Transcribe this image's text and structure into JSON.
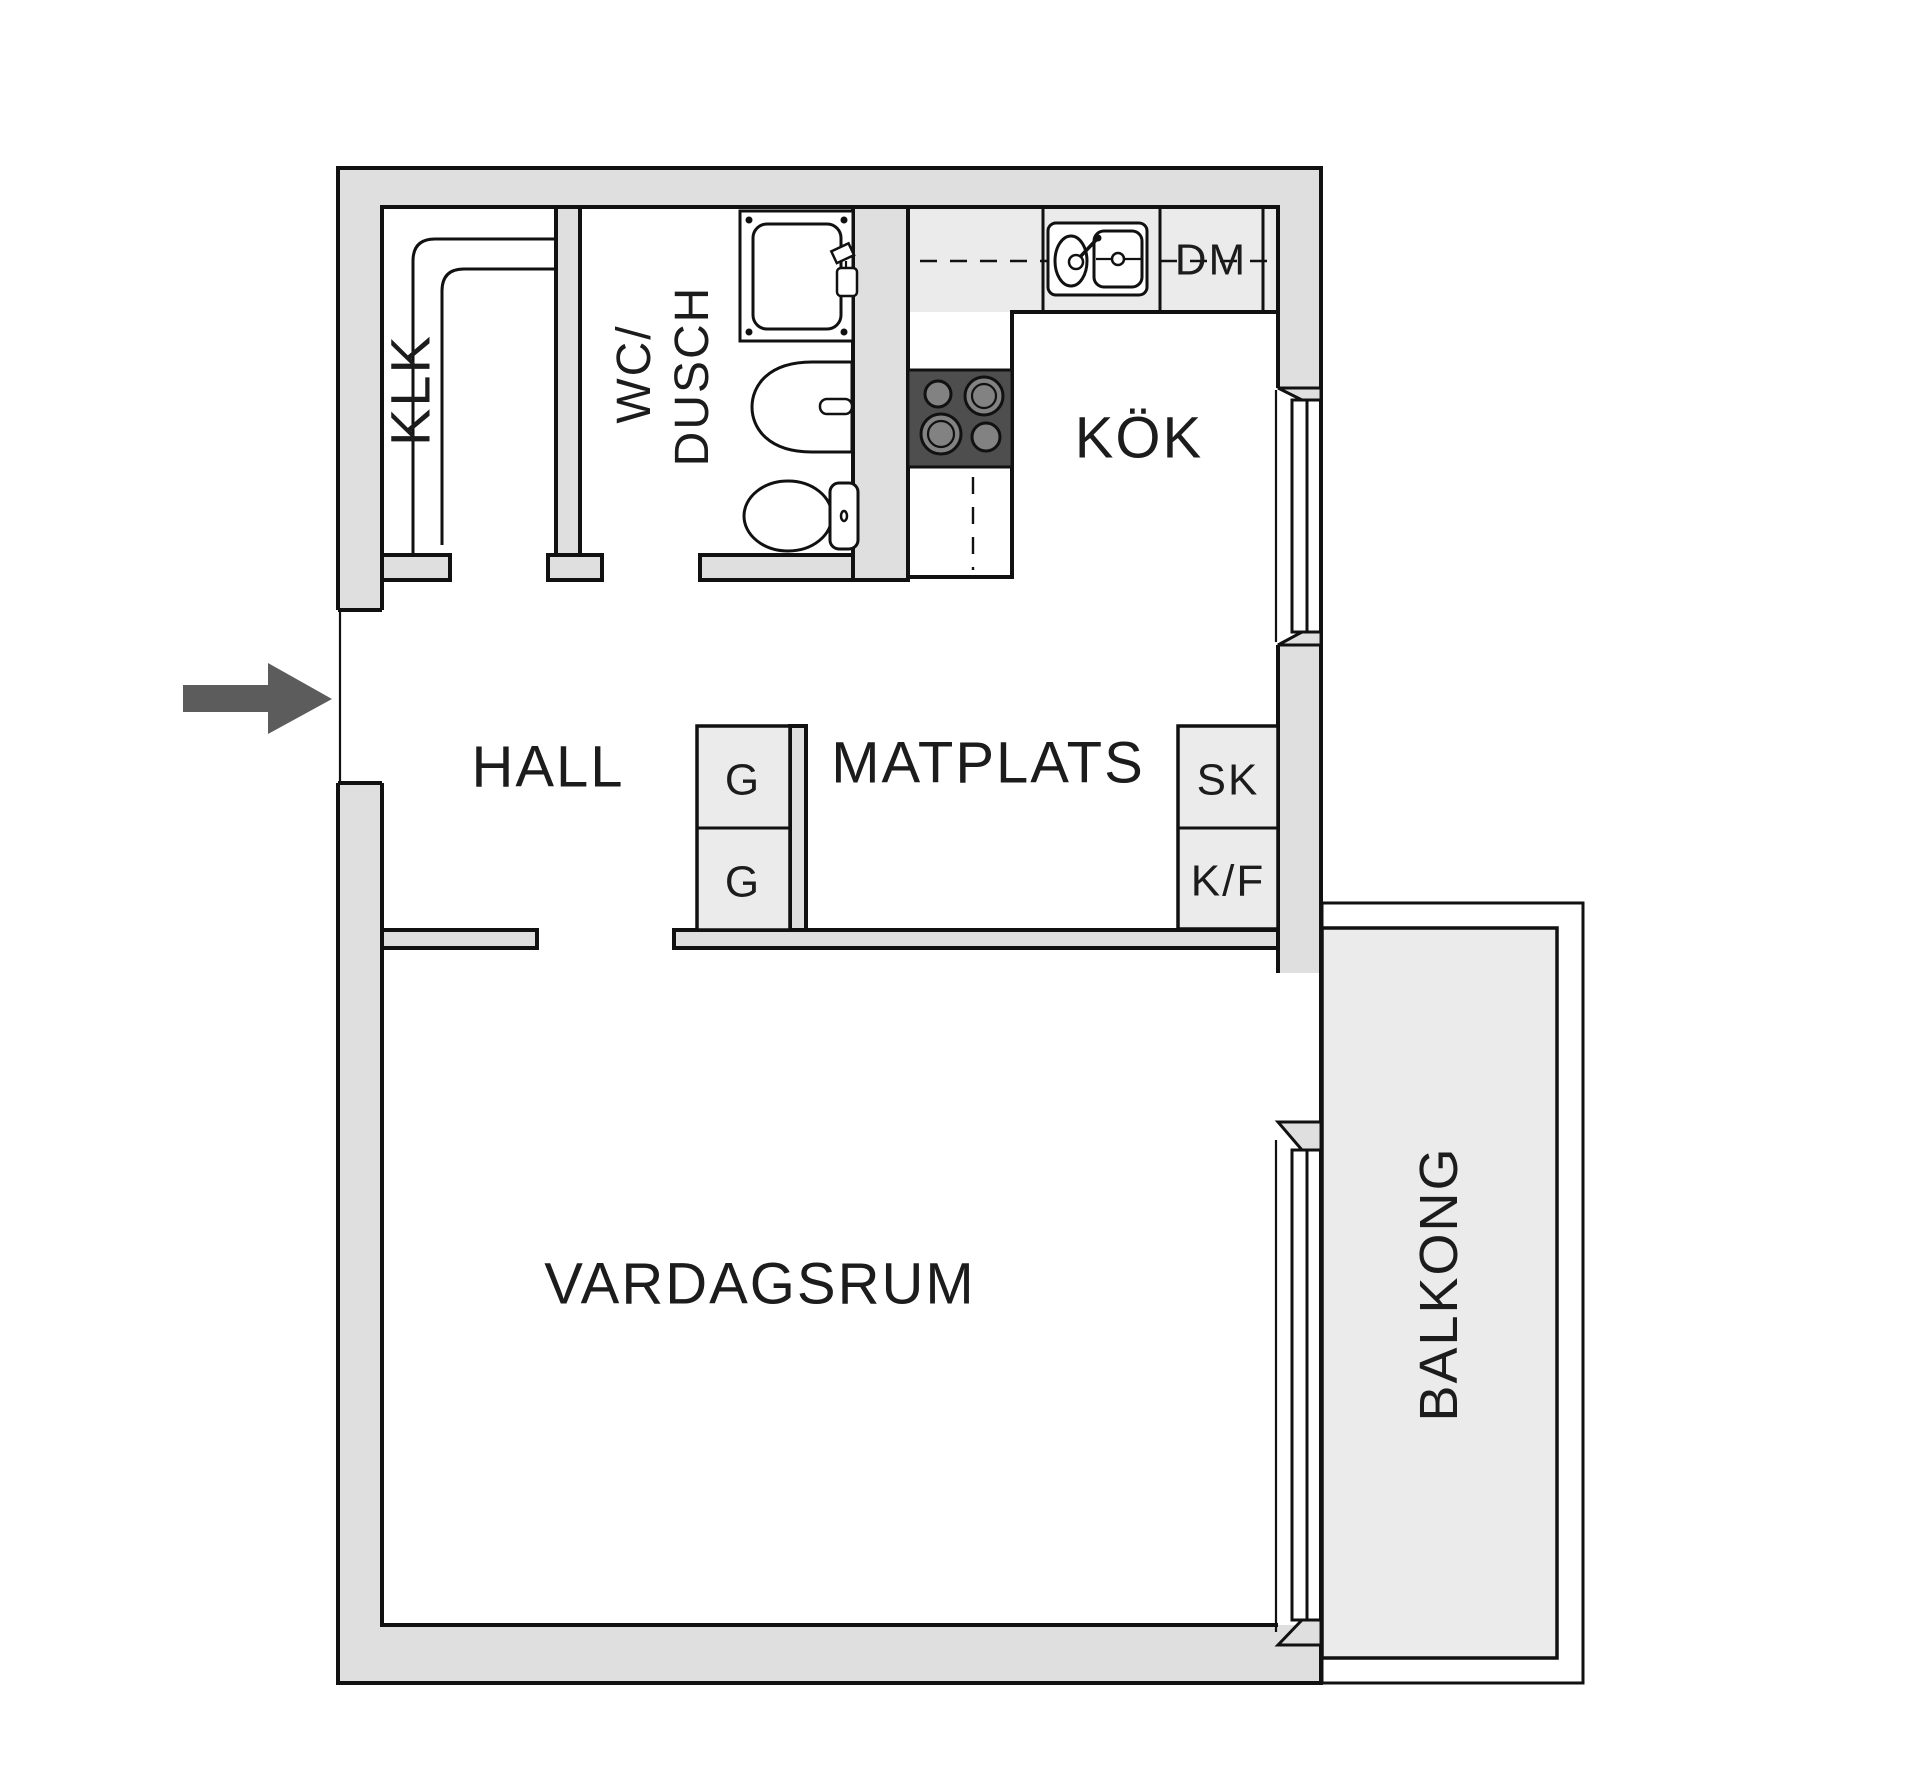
{
  "plan": {
    "rooms": {
      "klk": "KLK",
      "wc_line1": "WC/",
      "wc_line2": "DUSCH",
      "kok": "KÖK",
      "hall": "HALL",
      "matplats": "MATPLATS",
      "vardagsrum": "VARDAGSRUM",
      "balkong": "BALKONG"
    },
    "fixtures": {
      "dm": "DM",
      "sk": "SK",
      "kf": "K/F",
      "g_upper": "G",
      "g_lower": "G"
    }
  },
  "colors": {
    "wall": "#dfdfdf",
    "cabinet": "#ebebeb",
    "stove": "#4e4e4e",
    "burner": "#828282",
    "line": "#111111",
    "text": "#1c1c1c",
    "arrow": "#5c5c5c"
  }
}
